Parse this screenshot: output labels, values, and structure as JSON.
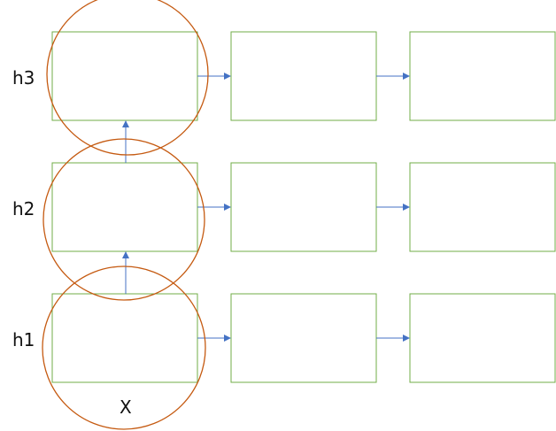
{
  "labels": {
    "rows": [
      "h3",
      "h2",
      "h1"
    ],
    "input": "X"
  },
  "grid": {
    "rows": 3,
    "cols": 3
  },
  "colors": {
    "box_stroke": "#70ad47",
    "arrow": "#4472c4",
    "circle_stroke": "#c55a11",
    "text": "#111111"
  },
  "highlighted_column": 0
}
